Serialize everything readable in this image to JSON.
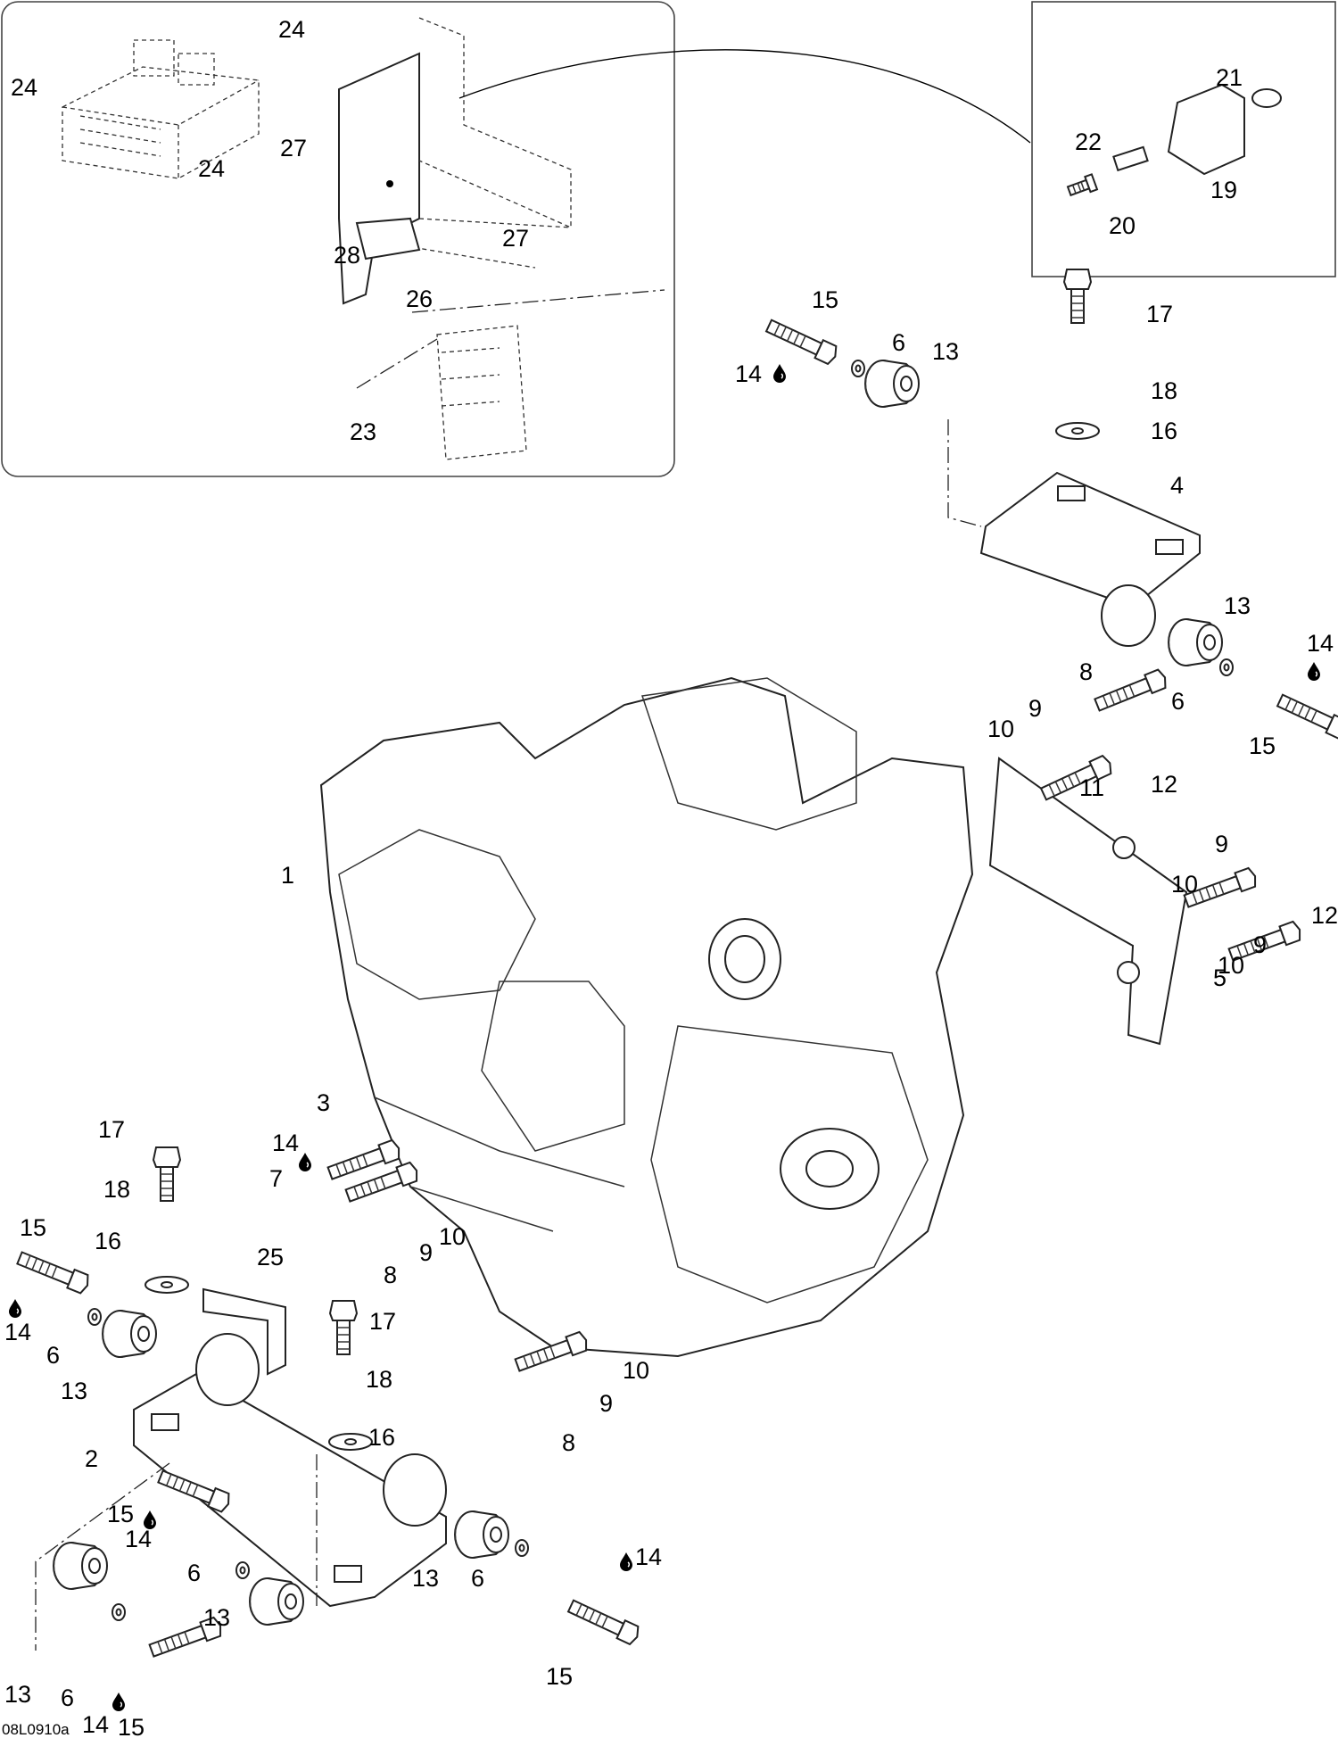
{
  "diagram": {
    "reference_code": "08L0910a",
    "callouts": [
      {
        "key": "c24a",
        "text": "24"
      },
      {
        "key": "c24b",
        "text": "24"
      },
      {
        "key": "c24c",
        "text": "24"
      },
      {
        "key": "c27a",
        "text": "27"
      },
      {
        "key": "c27b",
        "text": "27"
      },
      {
        "key": "c28",
        "text": "28"
      },
      {
        "key": "c26",
        "text": "26"
      },
      {
        "key": "c23",
        "text": "23"
      },
      {
        "key": "c21",
        "text": "21"
      },
      {
        "key": "c22",
        "text": "22"
      },
      {
        "key": "c19",
        "text": "19"
      },
      {
        "key": "c20",
        "text": "20"
      },
      {
        "key": "c15a",
        "text": "15"
      },
      {
        "key": "c6a",
        "text": "6"
      },
      {
        "key": "c13a",
        "text": "13"
      },
      {
        "key": "c14a",
        "text": "14"
      },
      {
        "key": "c17a",
        "text": "17"
      },
      {
        "key": "c18a",
        "text": "18"
      },
      {
        "key": "c16a",
        "text": "16"
      },
      {
        "key": "c4",
        "text": "4"
      },
      {
        "key": "c13b",
        "text": "13"
      },
      {
        "key": "c14b",
        "text": "14"
      },
      {
        "key": "c6b",
        "text": "6"
      },
      {
        "key": "c15b",
        "text": "15"
      },
      {
        "key": "c8a",
        "text": "8"
      },
      {
        "key": "c9a",
        "text": "9"
      },
      {
        "key": "c10a",
        "text": "10"
      },
      {
        "key": "c11",
        "text": "11"
      },
      {
        "key": "c12a",
        "text": "12"
      },
      {
        "key": "c9b",
        "text": "9"
      },
      {
        "key": "c10b",
        "text": "10"
      },
      {
        "key": "c12b",
        "text": "12"
      },
      {
        "key": "c9c",
        "text": "9"
      },
      {
        "key": "c10c",
        "text": "10"
      },
      {
        "key": "c5",
        "text": "5"
      },
      {
        "key": "c1",
        "text": "1"
      },
      {
        "key": "c3",
        "text": "3"
      },
      {
        "key": "c14c",
        "text": "14"
      },
      {
        "key": "c7",
        "text": "7"
      },
      {
        "key": "c10d",
        "text": "10"
      },
      {
        "key": "c9d",
        "text": "9"
      },
      {
        "key": "c8b",
        "text": "8"
      },
      {
        "key": "c17b",
        "text": "17"
      },
      {
        "key": "c18b",
        "text": "18"
      },
      {
        "key": "c16b",
        "text": "16"
      },
      {
        "key": "c15c",
        "text": "15"
      },
      {
        "key": "c14d",
        "text": "14"
      },
      {
        "key": "c6c",
        "text": "6"
      },
      {
        "key": "c13c",
        "text": "13"
      },
      {
        "key": "c25",
        "text": "25"
      },
      {
        "key": "c17c",
        "text": "17"
      },
      {
        "key": "c18c",
        "text": "18"
      },
      {
        "key": "c16c",
        "text": "16"
      },
      {
        "key": "c10e",
        "text": "10"
      },
      {
        "key": "c9e",
        "text": "9"
      },
      {
        "key": "c8c",
        "text": "8"
      },
      {
        "key": "c2",
        "text": "2"
      },
      {
        "key": "c15d",
        "text": "15"
      },
      {
        "key": "c14e",
        "text": "14"
      },
      {
        "key": "c6d",
        "text": "6"
      },
      {
        "key": "c13d",
        "text": "13"
      },
      {
        "key": "c13e",
        "text": "13"
      },
      {
        "key": "c6e",
        "text": "6"
      },
      {
        "key": "c15e",
        "text": "15"
      },
      {
        "key": "c14f",
        "text": "14"
      },
      {
        "key": "c13f",
        "text": "13"
      },
      {
        "key": "c6f",
        "text": "6"
      },
      {
        "key": "c14g",
        "text": "14"
      },
      {
        "key": "c15f",
        "text": "15"
      }
    ]
  }
}
